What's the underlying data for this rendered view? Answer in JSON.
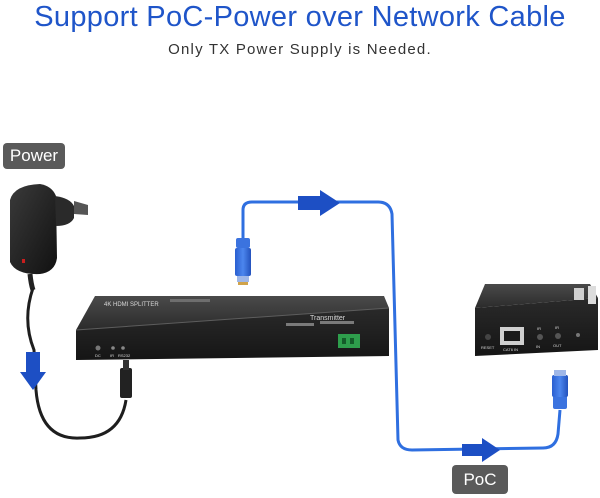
{
  "header": {
    "title": "Support PoC-Power over Network Cable",
    "subtitle": "Only TX Power Supply is Needed."
  },
  "labels": {
    "power": "Power",
    "poc": "PoC"
  },
  "transmitter": {
    "top_label": "4K HDMI SPLITTER",
    "front_label": "Transmitter",
    "port_label_power": "DC",
    "port_label_ir": "IR",
    "port_label_rs232": "RS232"
  },
  "receiver": {
    "port_label_reset": "RESET",
    "port_label_cat": "CAT6 IN",
    "port_label_ir_in": "IR",
    "port_label_ir_out": "IR",
    "sub_in": "IN",
    "sub_out": "OUT"
  },
  "colors": {
    "title": "#1f55c9",
    "cable": "#2f6fe0",
    "arrow": "#1d4fc4",
    "tag_bg": "#5a5a5a"
  }
}
